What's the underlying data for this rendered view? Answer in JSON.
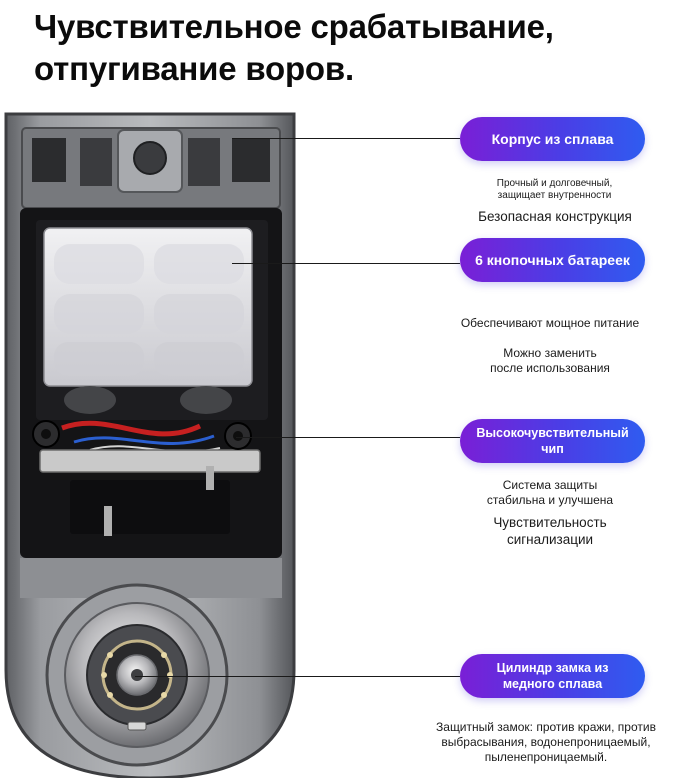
{
  "headline": {
    "line1": "Чувствительное срабатывание,",
    "line2": "отпугивание воров."
  },
  "features": {
    "housing": {
      "label": "Корпус из сплава",
      "caption_line1": "Прочный и долговечный,",
      "caption_line2": "защищает внутренности",
      "subtitle": "Безопасная конструкция"
    },
    "batteries": {
      "label": "6 кнопочных батареек",
      "caption": "Обеспечивают мощное питание",
      "subtitle_line1": "Можно заменить",
      "subtitle_line2": "после использования"
    },
    "chip": {
      "label": "Высокочувствительный чип",
      "caption_line1": "Система защиты",
      "caption_line2": "стабильна и улучшена",
      "subtitle_line1": "Чувствительность",
      "subtitle_line2": "сигнализации"
    },
    "cylinder": {
      "label_line1": "Цилиндр замка из",
      "label_line2": "медного сплава",
      "caption_line1": "Защитный замок: против кражи, против",
      "caption_line2": "выбрасывания, водонепроницаемый,",
      "caption_line3": "пыленепроницаемый."
    }
  },
  "colors": {
    "pill_start": "#7a1fd6",
    "pill_end": "#2f5cf0",
    "leader_line": "#1a1a1a"
  }
}
